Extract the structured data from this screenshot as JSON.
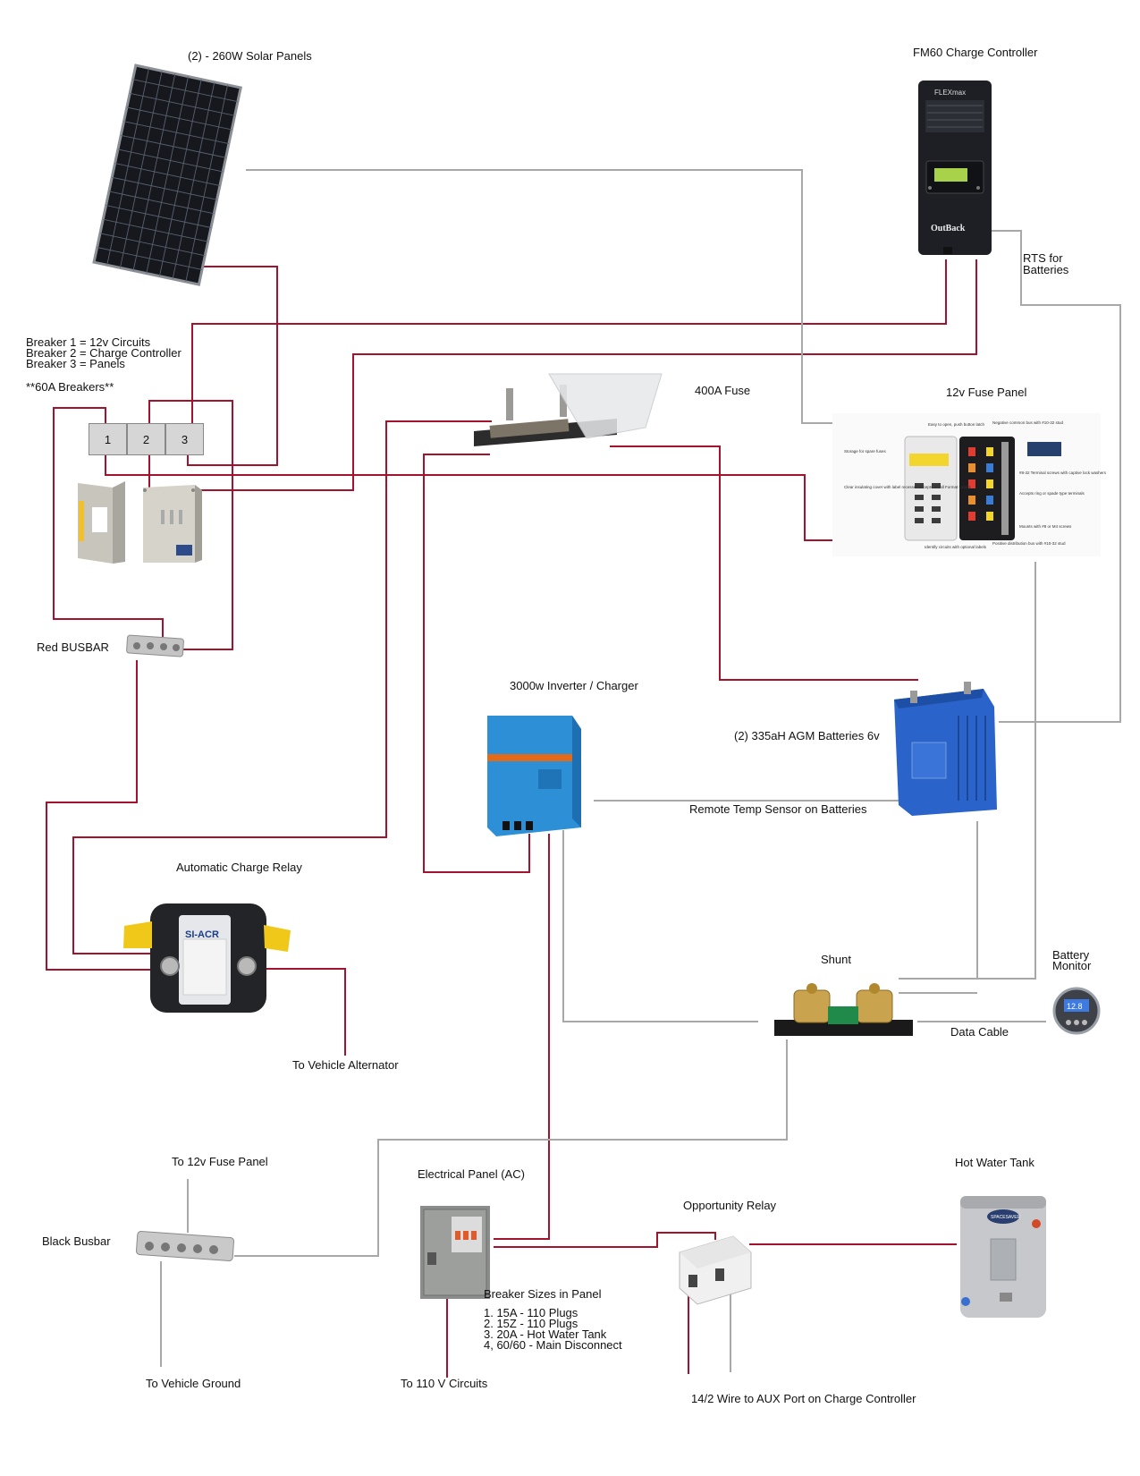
{
  "labels": {
    "solar": "(2) - 260W Solar Panels",
    "controller": "FM60 Charge Controller",
    "rts": "RTS for\nBatteries",
    "breakers": "Breaker 1 = 12v Circuits\nBreaker 2 = Charge Controller\nBreaker 3 = Panels",
    "breakers_note": "**60A Breakers**",
    "fuse400": "400A Fuse",
    "fusepanel": "12v Fuse Panel",
    "busbar_red": "Red BUSBAR",
    "inverter": "3000w Inverter / Charger",
    "batteries": "(2) 335aH AGM Batteries 6v",
    "remote_temp": "Remote Temp Sensor on Batteries",
    "acr": "Automatic Charge Relay",
    "alternator": "To Vehicle Alternator",
    "shunt": "Shunt",
    "battery_monitor": "Battery\nMonitor",
    "data_cable": "Data Cable",
    "to_fuse_panel": "To 12v Fuse Panel",
    "black_busbar": "Black Busbar",
    "vehicle_ground": "To Vehicle Ground",
    "ac_panel": "Electrical Panel (AC)",
    "breaker_sizes_title": "Breaker Sizes in Panel",
    "breaker_sizes": "1. 15A - 110 Plugs\n2. 15Z - 110 Plugs\n3. 20A - Hot Water Tank\n4, 60/60 - Main Disconnect",
    "to_110": "To 110 V Circuits",
    "opportunity_relay": "Opportunity Relay",
    "hot_water": "Hot Water Tank",
    "aux_wire": "14/2 Wire to AUX Port on Charge Controller"
  },
  "breaker_numbers": [
    "1",
    "2",
    "3"
  ],
  "device_text": {
    "flexmax": "FLEXmax",
    "outback": "OutBack",
    "acr": "SI-ACR",
    "spacesaver": "SPACESAVER",
    "monitor_value": "12.8"
  },
  "fuse_panel_callouts": [
    "Easy to open, push button latch",
    "Negative common bus with #10-32 stud",
    "Storage for spare fuses",
    "#8-32 Terminal screws with captive lock washers",
    "Clear insulating cover with label recesses accepts Small Format Labels",
    "Accepts ring or spade type terminals",
    "Mounts with #8 or M4 screws",
    "Identify circuits with optional labels",
    "Positive distribution bus with #10-32 stud"
  ],
  "colors": {
    "positive_wire": "#a3132d",
    "signal_wire": "#9e9e9e",
    "inverter_blue": "#2d8fd6",
    "battery_blue": "#2a63c9"
  }
}
